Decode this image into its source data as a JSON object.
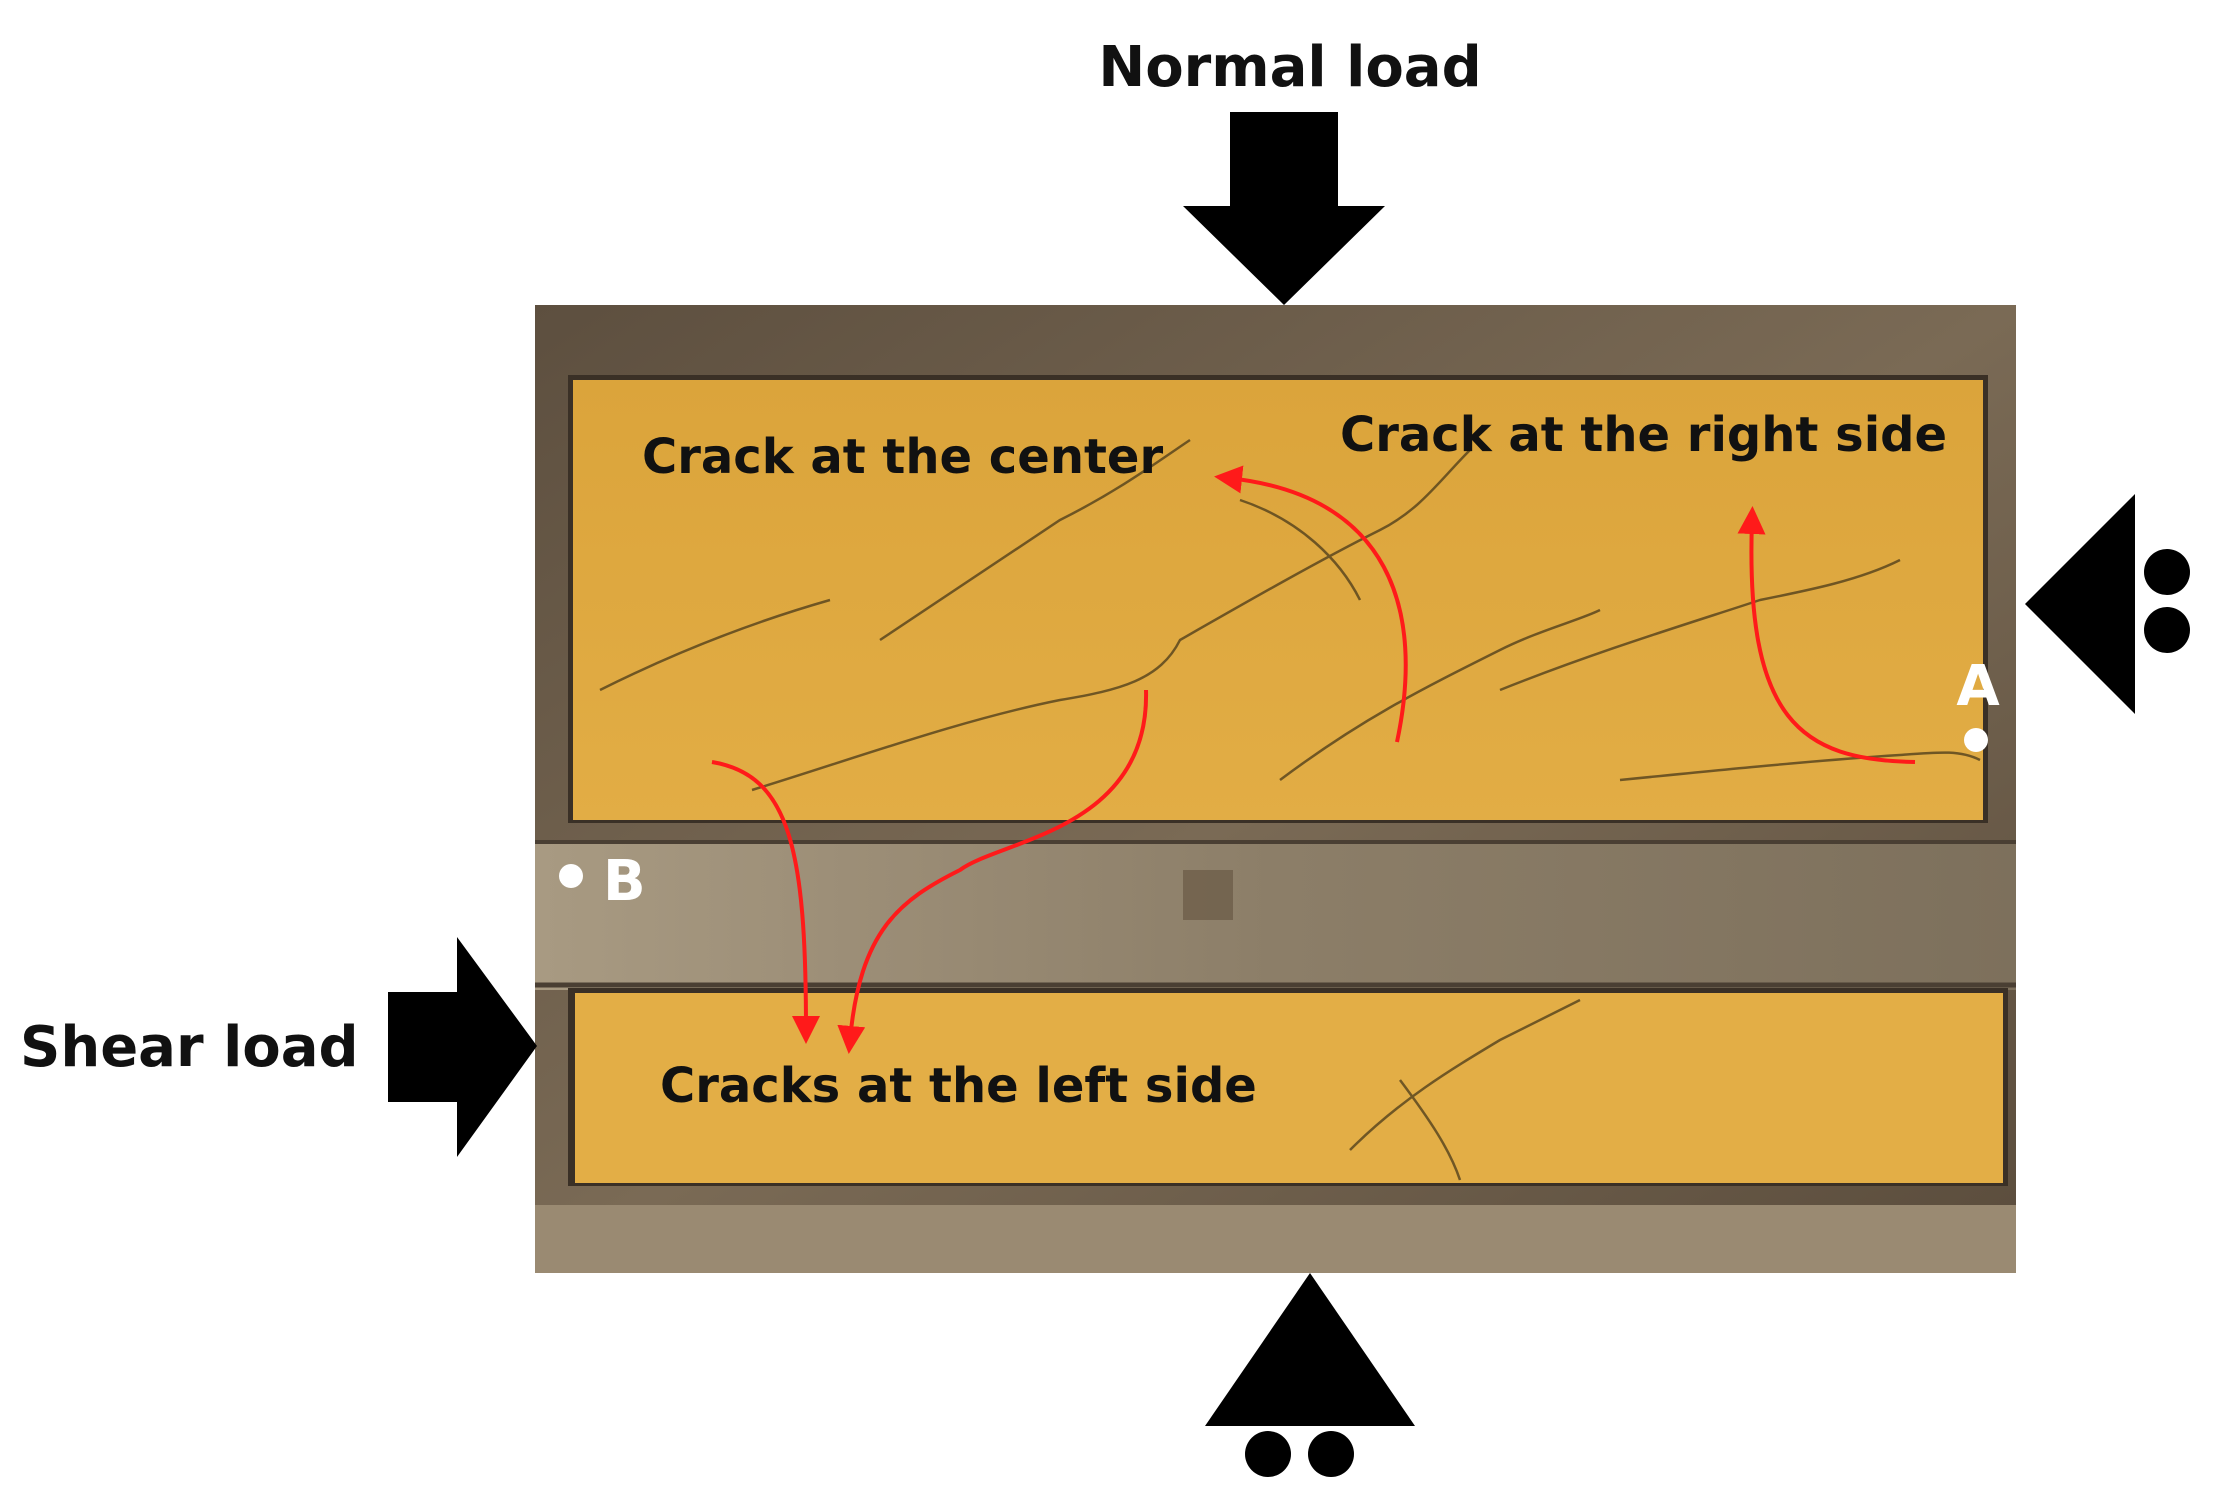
{
  "labels": {
    "normal_load": "Normal load",
    "shear_load": "Shear load",
    "crack_center": "Crack at the center",
    "crack_right": "Crack at the right side",
    "cracks_left": "Cracks at the left side",
    "point_a": "A",
    "point_b": "B"
  },
  "colors": {
    "specimen": "#e0a93e",
    "steel": "#6b5d4c",
    "steel_light": "#8a7b66",
    "middle_plate": "#94866f",
    "crack_line": "#4a3a1a",
    "annotation_arrow": "#ff1a1a",
    "load_arrow": "#000000",
    "point_marker": "#ffffff"
  },
  "icons": {
    "normal_load_arrow": "arrow-down-icon",
    "shear_load_arrow": "arrow-right-icon",
    "roller_support_bottom": "roller-support-icon",
    "roller_support_right": "roller-support-icon"
  }
}
